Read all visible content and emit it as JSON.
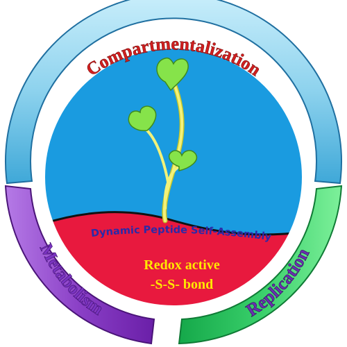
{
  "ring": {
    "top_label": "Compartmentalization",
    "left_label": "Metabolism",
    "right_label": "Replication"
  },
  "center": {
    "band_label": "Dynamic Peptide Self-Assembly",
    "core_line_1": "Redox active",
    "core_line_2": "-S-S- bond"
  },
  "colors": {
    "top_arc": "#8fd3ee",
    "left_arc": "#8a3fc6",
    "right_arc": "#39cf6a",
    "sky": "#1a9be0",
    "ground": "#e8193e",
    "band_text": "#2b2aa8",
    "core_text": "#ffe800",
    "top_label_text": "#d21f1f",
    "left_label_text": "#7b34c2",
    "right_label_text": "#6a2fb0",
    "leaf": "#86e34a",
    "stem": "#f2f27a"
  }
}
